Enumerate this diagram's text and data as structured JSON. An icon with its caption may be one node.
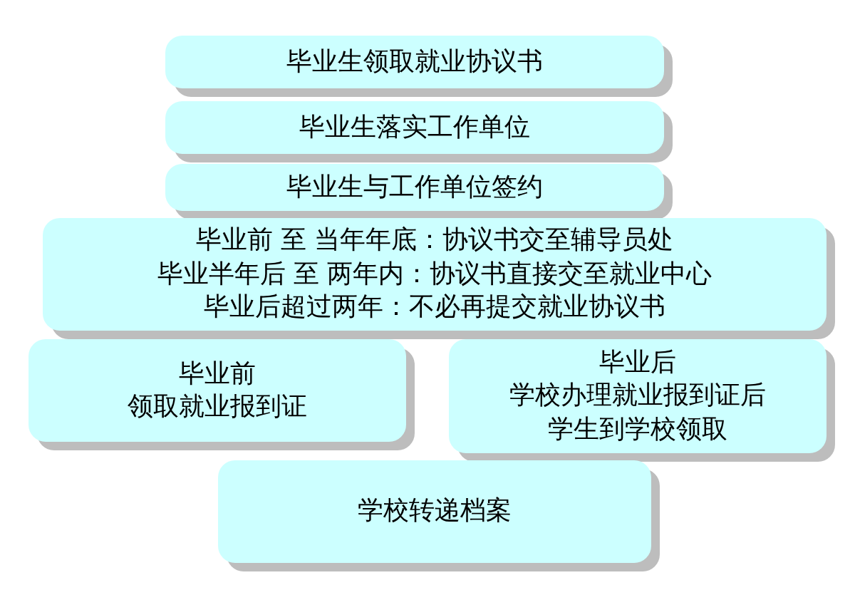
{
  "diagram": {
    "nodes": [
      {
        "text": [
          "毕业生领取就业协议书"
        ]
      },
      {
        "text": [
          "毕业生落实工作单位"
        ]
      },
      {
        "text": [
          "毕业生与工作单位签约"
        ]
      },
      {
        "text": [
          "毕业前 至 当年年底：协议书交至辅导员处",
          "毕业半年后 至 两年内：协议书直接交至就业中心",
          "毕业后超过两年：不必再提交就业协议书"
        ]
      },
      {
        "text": [
          "毕业前",
          "领取就业报到证"
        ]
      },
      {
        "text": [
          "毕业后",
          "学校办理就业报到证后",
          "学生到学校领取"
        ]
      },
      {
        "text": [
          "学校转递档案"
        ]
      }
    ]
  }
}
